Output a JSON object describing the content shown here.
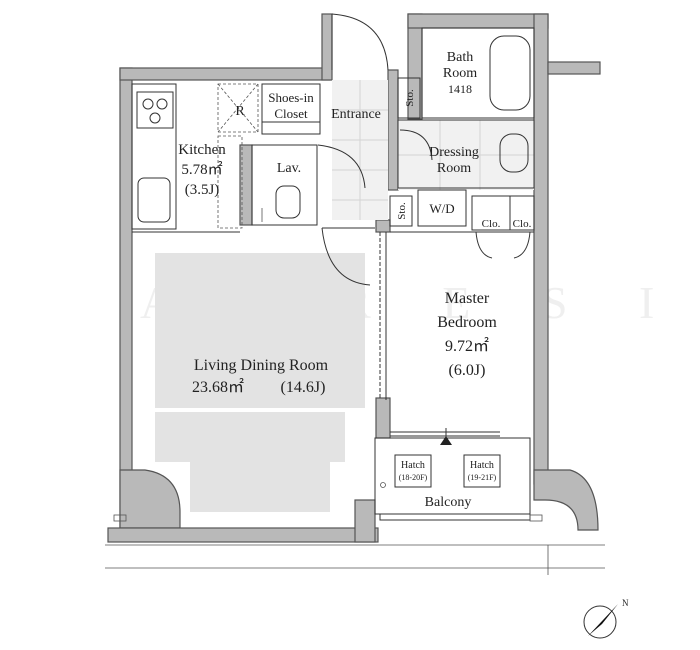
{
  "rooms": {
    "kitchen": {
      "name": "Kitchen",
      "area": "5.78㎡",
      "tatami": "(3.5J)"
    },
    "refrigerator": "R",
    "shoes_closet": {
      "line1": "Shoes-in",
      "line2": "Closet"
    },
    "entrance": "Entrance",
    "storage_top": "Sto.",
    "storage_mid": "Sto.",
    "bath": {
      "line1": "Bath",
      "line2": "Room",
      "size": "1418"
    },
    "dressing": {
      "line1": "Dressing",
      "line2": "Room"
    },
    "lavatory": "Lav.",
    "washer": "W/D",
    "closet_1": "Clo.",
    "closet_2": "Clo.",
    "master": {
      "line1": "Master",
      "line2": "Bedroom",
      "area": "9.72㎡",
      "tatami": "(6.0J)"
    },
    "living": {
      "name": "Living Dining Room",
      "area": "23.68㎡",
      "tatami": "(14.6J)"
    },
    "hatch_1": {
      "label": "Hatch",
      "floors": "(18-20F)"
    },
    "hatch_2": {
      "label": "Hatch",
      "floors": "(19-21F)"
    },
    "balcony": "Balcony"
  },
  "watermark": "A T R E S I",
  "compass": {
    "label": "N"
  },
  "colors": {
    "wall": "#b9b9b9",
    "furniture": "#e3e3e3",
    "tile": "#f1f1f1"
  }
}
